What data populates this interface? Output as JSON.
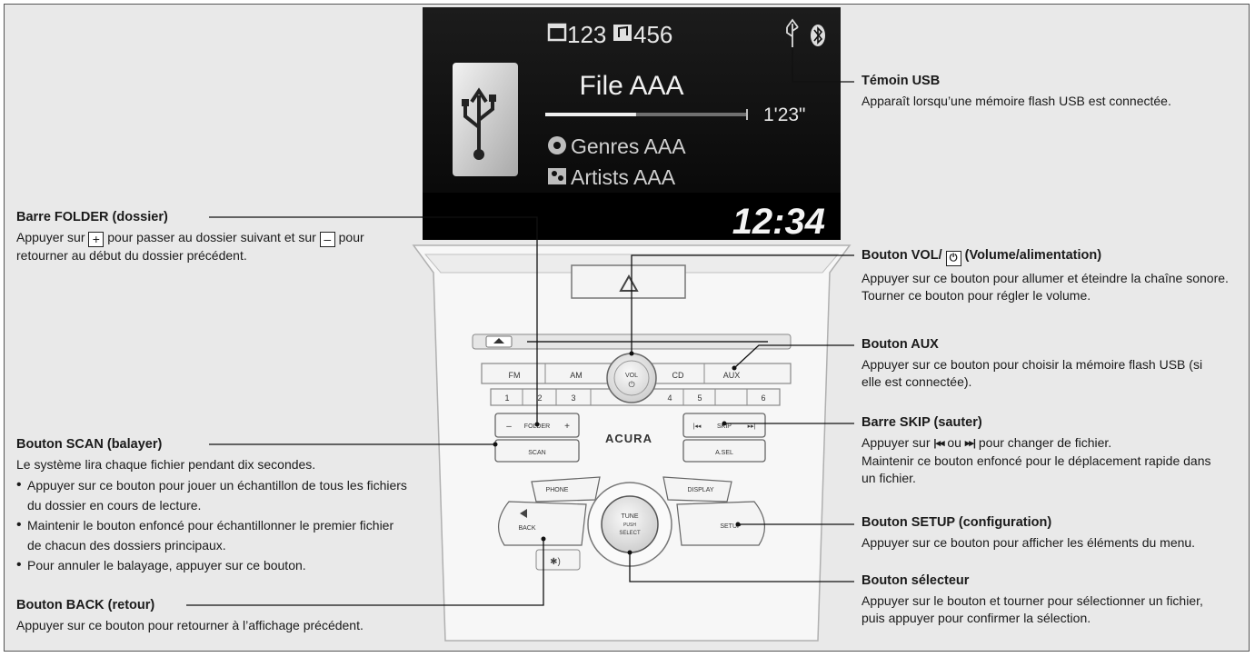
{
  "screen": {
    "folder_count": "123",
    "track_count": "456",
    "file_name": "File AAA",
    "elapsed": "1'23\"",
    "genre": "Genres AAA",
    "artist": "Artists AAA",
    "clock": "12:34",
    "progress": 0.45
  },
  "panel": {
    "fm": "FM",
    "am": "AM",
    "cd": "CD",
    "aux": "AUX",
    "presets": [
      "1",
      "2",
      "3",
      "4",
      "5",
      "6"
    ],
    "vol_label": "VOL",
    "power_symbol": "⏻",
    "folder_label": "FOLDER",
    "minus": "–",
    "plus": "+",
    "scan": "SCAN",
    "brand": "ACURA",
    "skip": "SKIP",
    "skip_prev": "|◂◂",
    "skip_next": "▸▸|",
    "asel": "A.SEL",
    "phone": "PHONE",
    "display": "DISPLAY",
    "back": "BACK",
    "setup": "SETUP",
    "tune": "TUNE",
    "push": "PUSH",
    "select": "SELECT",
    "dim_symbol": "✱)"
  },
  "labels": {
    "usb": {
      "title": "Témoin USB",
      "desc": "Apparaît lorsqu’une mémoire flash USB est connectée."
    },
    "folder": {
      "title": "Barre FOLDER (dossier)",
      "line1a": "Appuyer sur",
      "plus_key": "+",
      "line1b": "pour passer au dossier suivant et",
      "line2a": "sur",
      "minus_key": "–",
      "line2b": "pour retourner au début du dossier précédent."
    },
    "vol": {
      "title_a": "Bouton VOL/",
      "title_b": "(Volume/alimentation)",
      "line1": "Appuyer sur ce bouton pour allumer et éteindre la chaîne sonore.",
      "line2": "Tourner ce bouton pour régler le volume."
    },
    "aux": {
      "title": "Bouton AUX",
      "desc": "Appuyer sur ce bouton pour choisir la mémoire flash USB (si elle est connectée)."
    },
    "scan": {
      "title": "Bouton SCAN (balayer)",
      "desc": "Le système lira chaque fichier pendant dix secondes.",
      "bullets": [
        "Appuyer sur ce bouton pour jouer un échantillon de tous les fichiers du dossier en cours de lecture.",
        "Maintenir le bouton enfoncé pour échantillonner le premier fichier de chacun des dossiers principaux.",
        "Pour annuler le balayage, appuyer sur ce bouton."
      ]
    },
    "skip": {
      "title": "Barre SKIP (sauter)",
      "line1a": "Appuyer sur",
      "prev_glyph": "|◂◂",
      "line1b": "ou",
      "next_glyph": "▸▸|",
      "line1c": "pour changer de fichier.",
      "line2": "Maintenir ce bouton enfoncé pour le déplacement rapide dans un fichier."
    },
    "setup": {
      "title": "Bouton SETUP (configuration)",
      "desc": "Appuyer sur ce bouton pour afficher les éléments du menu."
    },
    "selector": {
      "title": "Bouton sélecteur",
      "desc": "Appuyer sur le bouton et tourner pour sélectionner un fichier, puis appuyer pour confirmer la sélection."
    },
    "back": {
      "title": "Bouton BACK (retour)",
      "desc": "Appuyer sur ce bouton pour retourner à l’affichage précédent."
    }
  }
}
